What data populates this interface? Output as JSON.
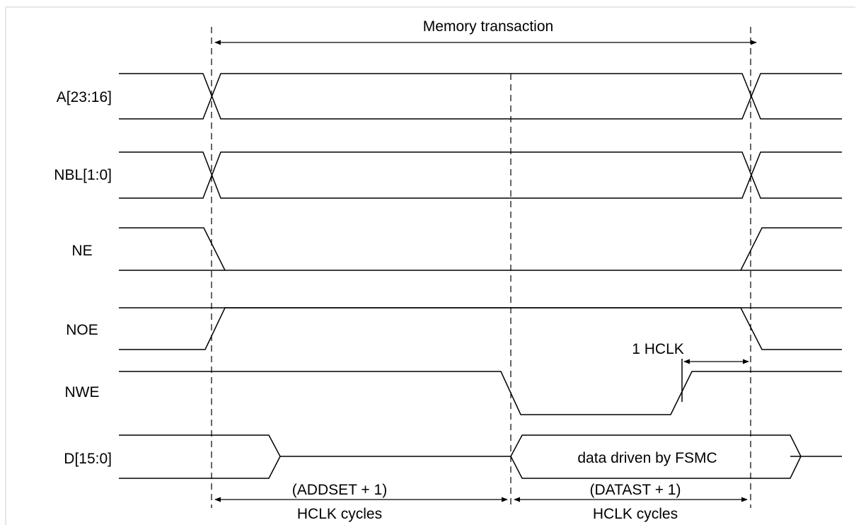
{
  "signals": [
    {
      "id": "addr",
      "label": "A[23:16]"
    },
    {
      "id": "nbl",
      "label": "NBL[1:0]"
    },
    {
      "id": "ne",
      "label": "NE"
    },
    {
      "id": "noe",
      "label": "NOE"
    },
    {
      "id": "nwe",
      "label": "NWE"
    },
    {
      "id": "data",
      "label": "D[15:0]"
    }
  ],
  "annotations": {
    "memory_transaction": "Memory transaction",
    "one_hclk": "1 HCLK",
    "data_driven": "data driven by FSMC",
    "addset": "(ADDSET + 1)",
    "addset_unit": "HCLK cycles",
    "datast": "(DATAST + 1)",
    "datast_unit": "HCLK cycles"
  }
}
